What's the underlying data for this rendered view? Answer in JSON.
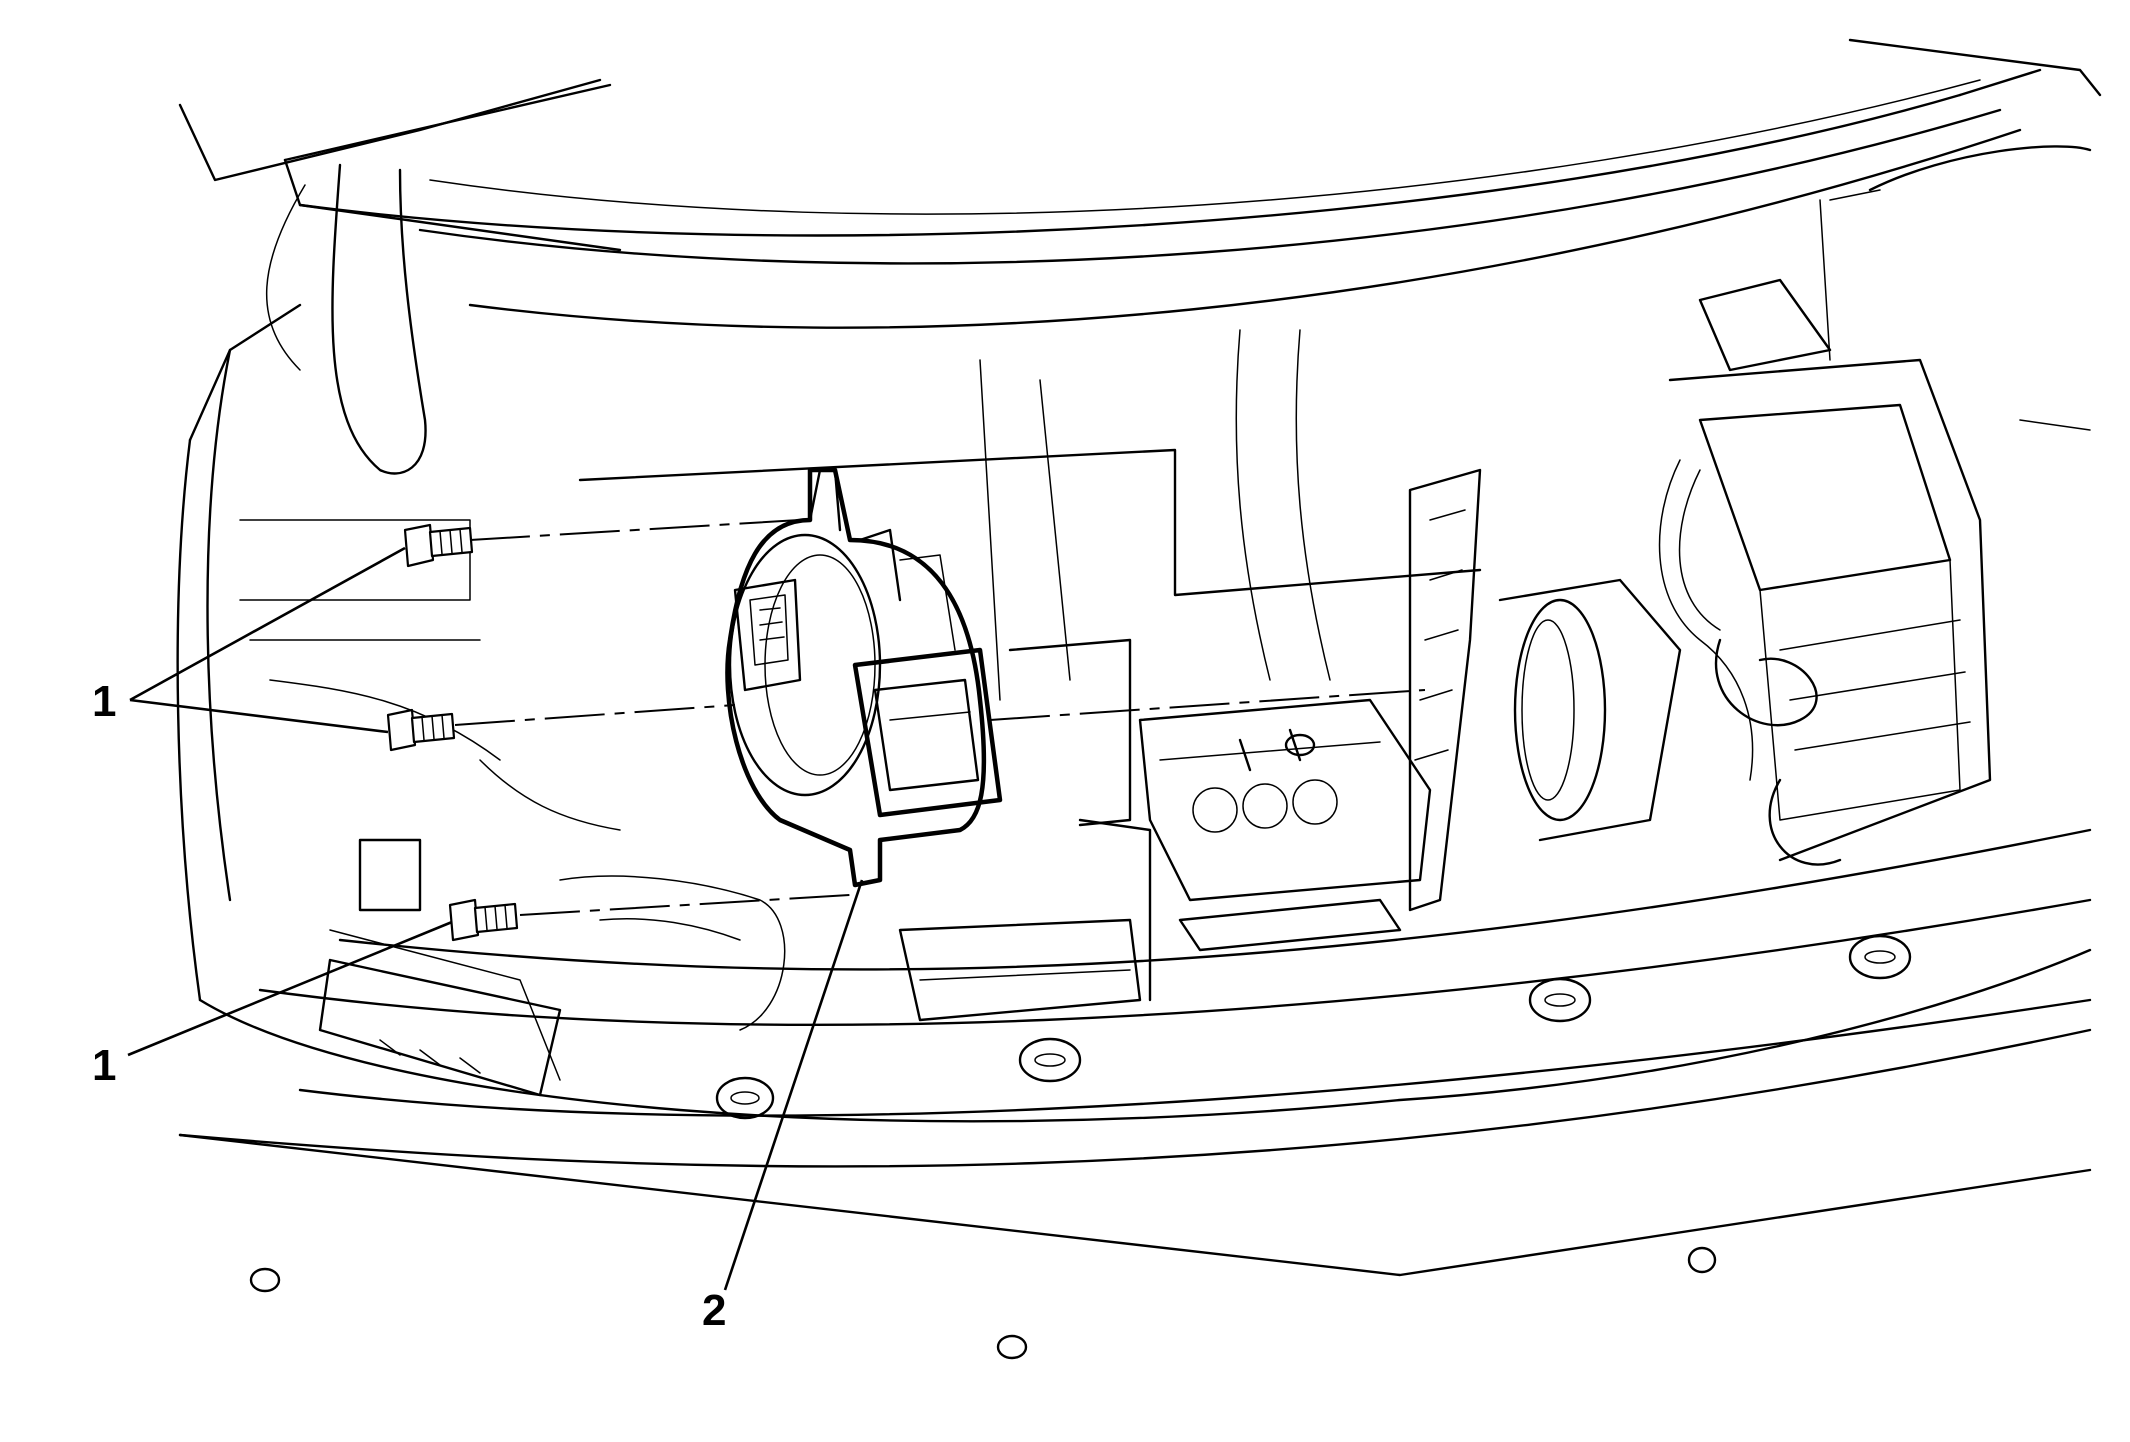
{
  "callouts": {
    "bolt_upper": "1",
    "bolt_lower": "1",
    "blower_motor": "2"
  }
}
